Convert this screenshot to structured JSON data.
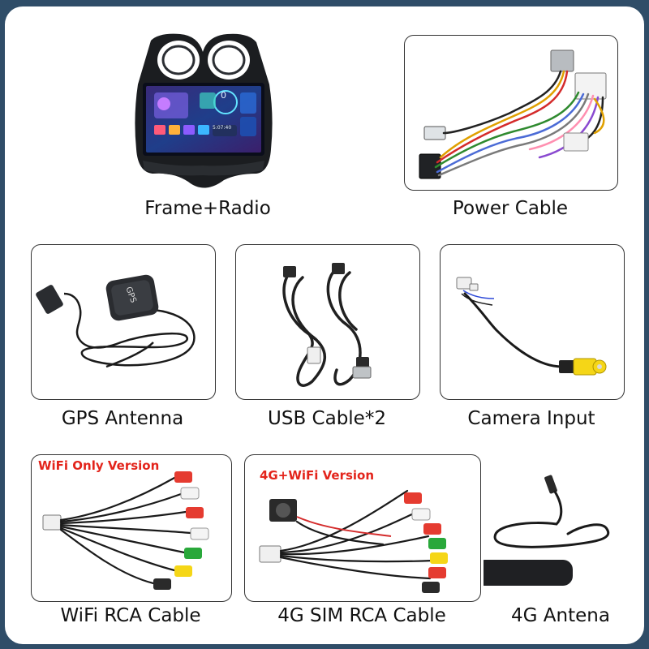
{
  "items": {
    "frame_radio": {
      "label": "Frame+Radio"
    },
    "power_cable": {
      "label": "Power Cable"
    },
    "gps_antenna": {
      "label": "GPS Antenna"
    },
    "usb_cable": {
      "label": "USB Cable*2"
    },
    "camera_input": {
      "label": "Camera Input"
    },
    "wifi_rca_cable": {
      "label": "WiFi RCA Cable",
      "tag": "WiFi Only Version"
    },
    "sim_rca_cable": {
      "label": "4G SIM RCA Cable",
      "tag": "4G+WiFi Version"
    },
    "antenna_4g": {
      "label": "4G Antena"
    }
  },
  "radio_screen": {
    "clock": "0",
    "time": "5:07:40"
  },
  "gps_module": {
    "text": "GPS"
  }
}
